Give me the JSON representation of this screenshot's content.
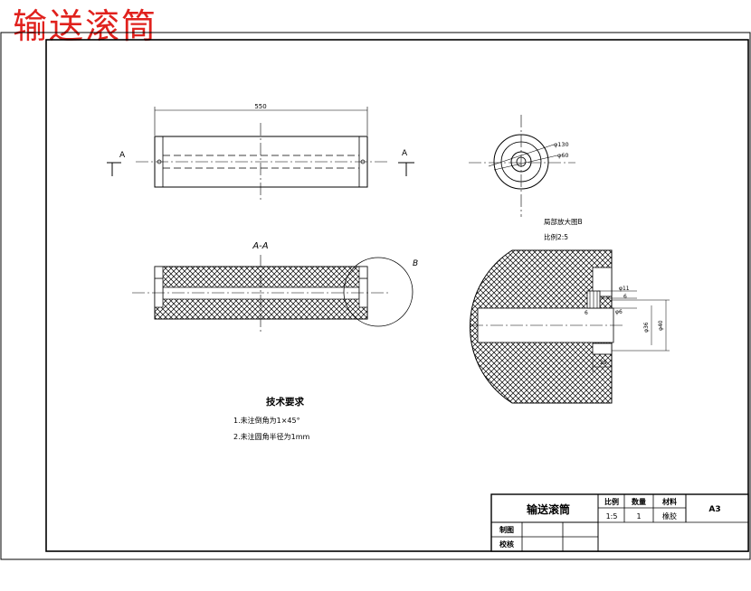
{
  "header_title": "输送滚筒",
  "views": {
    "top": {
      "dim_length": "550",
      "section_mark_left": "A",
      "section_mark_right": "A"
    },
    "side": {
      "dim_outer": "φ130",
      "dim_inner": "φ60"
    },
    "section": {
      "label": "A-A",
      "detail_callout": "B"
    },
    "detail": {
      "title": "局部放大图B",
      "scale": "比例2:5",
      "dims": {
        "d1": "φ11",
        "d2": "6",
        "d3": "φ6",
        "d4": "6",
        "d5": "φ36",
        "d6": "φ40",
        "d7": "29"
      }
    }
  },
  "notes": {
    "title": "技术要求",
    "items": [
      "1.未注倒角为1×45°",
      "2.未注圆角半径为1mm"
    ]
  },
  "title_block": {
    "part_name": "输送滚筒",
    "scale_label": "比例",
    "scale_value": "1:5",
    "qty_label": "数量",
    "qty_value": "1",
    "material_label": "材料",
    "material_value": "橡胶",
    "sheet_size": "A3",
    "drawn_label": "制图",
    "checked_label": "校核"
  },
  "colors": {
    "title_red": "#e0211d",
    "line": "#000000",
    "hatch": "#000000"
  }
}
